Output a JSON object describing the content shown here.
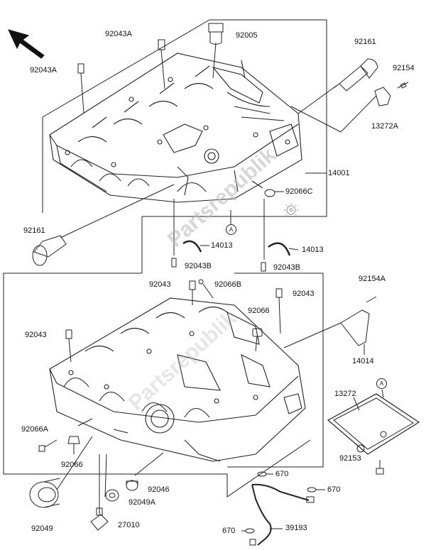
{
  "watermark": "Partsrepublik",
  "ref_marks": {
    "a_upper": "A",
    "a_lower": "A"
  },
  "labels": {
    "p92043A_top": "92043A",
    "p92005": "92005",
    "p92161_top": "92161",
    "p92154": "92154",
    "p92043A_left": "92043A",
    "p13272A": "13272A",
    "p14001": "14001",
    "p92066C": "92066C",
    "p92161_left": "92161",
    "p14013_left": "14013",
    "p14013_right": "14013",
    "p92043B_left": "92043B",
    "p92043B_right": "92043B",
    "p92154A": "92154A",
    "p92043_a": "92043",
    "p92066B": "92066B",
    "p92043_b": "92043",
    "p92066": "92066",
    "p92043_c": "92043",
    "p14014": "14014",
    "p13272": "13272",
    "p92066A": "92066A",
    "p92066_low": "92066",
    "p92153": "92153",
    "p670_a": "670",
    "p670_b": "670",
    "p670_c": "670",
    "p92046": "92046",
    "p92049A": "92049A",
    "p92049": "92049",
    "p27010": "27010",
    "p39193": "39193"
  }
}
